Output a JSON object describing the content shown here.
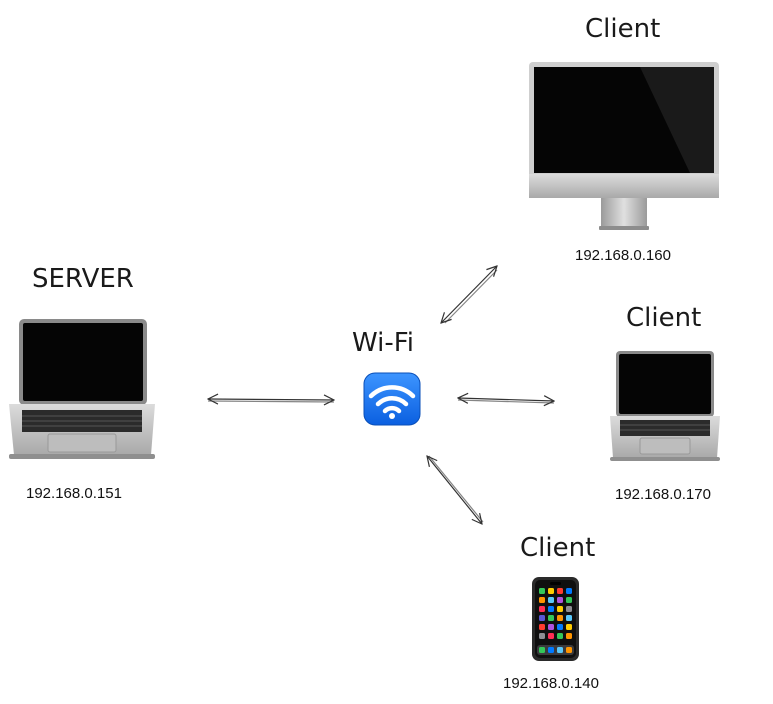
{
  "nodes": {
    "server": {
      "title": "SERVER",
      "ip": "192.168.0.151",
      "device": "laptop"
    },
    "wifi": {
      "title": "Wi-Fi",
      "icon": "wifi-icon"
    },
    "client_desktop": {
      "title": "Client",
      "ip": "192.168.0.160",
      "device": "desktop-monitor"
    },
    "client_laptop": {
      "title": "Client",
      "ip": "192.168.0.170",
      "device": "laptop"
    },
    "client_phone": {
      "title": "Client",
      "ip": "192.168.0.140",
      "device": "smartphone"
    }
  },
  "colors": {
    "wifi_blue": "#1a73e8",
    "screen_black": "#0a0a0a",
    "device_silver": "#c7c7c7",
    "arrow": "#333333"
  }
}
